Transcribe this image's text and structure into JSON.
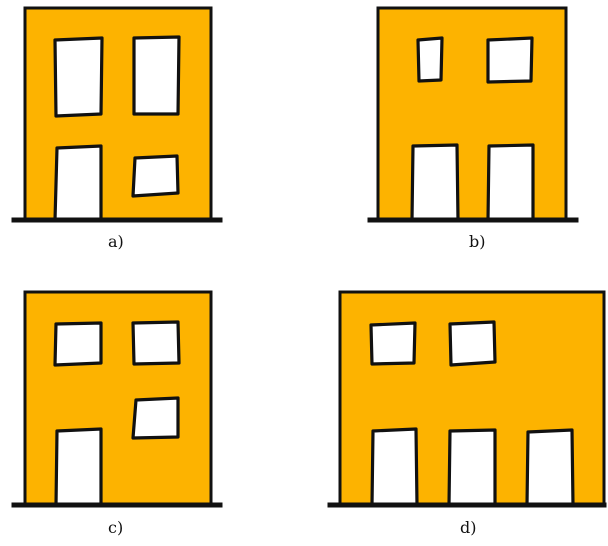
{
  "figure": {
    "colors": {
      "facade": "#FDB300",
      "outline": "#111111",
      "opening": "#ffffff"
    },
    "variants": [
      {
        "id": "a",
        "caption": "a)",
        "upper_floor_windows": 2,
        "ground_floor_doors": 1,
        "ground_floor_windows": 1
      },
      {
        "id": "b",
        "caption": "b)",
        "upper_floor_windows": 2,
        "ground_floor_doors": 2,
        "ground_floor_windows": 0
      },
      {
        "id": "c",
        "caption": "c)",
        "upper_floor_windows": 2,
        "ground_floor_doors": 1,
        "ground_floor_windows": 1
      },
      {
        "id": "d",
        "caption": "d)",
        "upper_floor_windows": 2,
        "ground_floor_doors": 3,
        "ground_floor_windows": 0
      }
    ]
  }
}
